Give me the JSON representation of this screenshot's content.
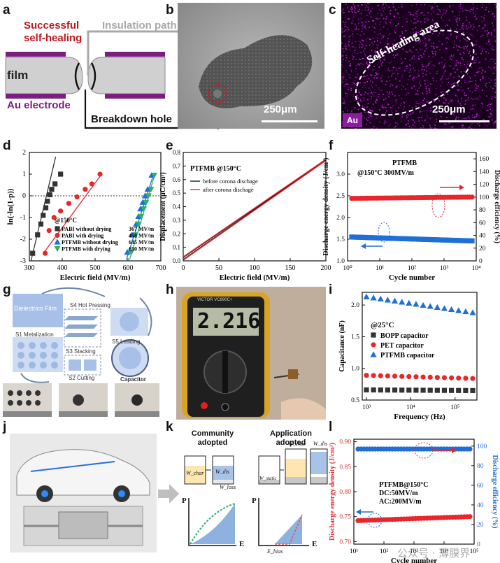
{
  "labels": {
    "a": "a",
    "b": "b",
    "c": "c",
    "d": "d",
    "e": "e",
    "f": "f",
    "g": "g",
    "h": "h",
    "i": "i",
    "j": "j",
    "k": "k",
    "l": "l"
  },
  "panel_a": {
    "healing": "Successful\nself-healing",
    "insulation": "Insulation path",
    "film": "film",
    "electrode": "Au electrode",
    "breakdown": "Breakdown hole",
    "colors": {
      "electrode": "#7b1f7e",
      "healing": "#c0171f",
      "gray": "#a8a8a8"
    }
  },
  "panel_b": {
    "scale": "250μm"
  },
  "panel_c": {
    "area": "Self-healing area",
    "scale": "250μm",
    "tag": "Au"
  },
  "panel_g": {
    "steps": [
      "Dielectrics Film",
      "S1 Metalization",
      "S2 Cutting",
      "S3 Stacking",
      "S4 Hot Pressing",
      "S5 Leading",
      "Capacitor"
    ]
  },
  "panel_h": {
    "meter_brand": "VICTOR VC890C+",
    "display": "2.216"
  },
  "panel_k": {
    "left_title": "Community\nadopted",
    "right_title": "Application\nadopted",
    "w_char": "W_char",
    "w_dis": "W_dis",
    "w_loss": "W_loss",
    "w_static": "W_static",
    "axis_p": "P",
    "axis_e": "E",
    "e_bias": "E_bias"
  },
  "watermark": "公众号 · 薄膜界",
  "chart_data": [
    {
      "id": "d",
      "type": "scatter",
      "title": "",
      "xlabel": "Electric field (MV/m)",
      "ylabel": "ln(-ln(1-p))",
      "xlim": [
        300,
        700
      ],
      "ylim": [
        -3,
        2
      ],
      "xticks": [
        300,
        400,
        500,
        600,
        700
      ],
      "yticks": [
        -3,
        -2,
        -1,
        0,
        1,
        2
      ],
      "annotation": "@150°C",
      "series": [
        {
          "name": "PABI without drying",
          "marker": "square",
          "color": "#333333",
          "x": [
            310,
            325,
            335,
            342,
            350,
            355,
            362,
            368,
            378,
            395
          ],
          "y": [
            -2.65,
            -1.8,
            -1.3,
            -0.9,
            -0.55,
            -0.25,
            0.05,
            0.3,
            0.55,
            1.0
          ],
          "fit": [
            [
              305,
              -3.0
            ],
            [
              380,
              1.8
            ]
          ]
        },
        {
          "name": "PABI with drying",
          "marker": "circle",
          "color": "#e8262b",
          "x": [
            348,
            360,
            375,
            395,
            420,
            445,
            470,
            490,
            515
          ],
          "y": [
            -2.65,
            -1.6,
            -1.0,
            -0.7,
            -0.35,
            -0.05,
            0.3,
            0.55,
            1.0
          ],
          "fit": [
            [
              345,
              -2.6
            ],
            [
              520,
              1.0
            ]
          ]
        },
        {
          "name": "PTFMB without drying",
          "marker": "triangle-up",
          "color": "#1f6fd6",
          "x": [
            598,
            612,
            625,
            632,
            638,
            645,
            652,
            660,
            672
          ],
          "y": [
            -2.6,
            -1.8,
            -1.3,
            -0.95,
            -0.6,
            -0.3,
            0.0,
            0.3,
            0.95
          ],
          "fit": [
            [
              595,
              -2.95
            ],
            [
              678,
              1.0
            ]
          ]
        },
        {
          "name": "PTFMB with drying",
          "marker": "triangle-down",
          "color": "#2fb06a",
          "x": [
            610,
            622,
            632,
            640,
            648,
            655,
            662,
            670,
            680
          ],
          "y": [
            -2.6,
            -1.8,
            -1.3,
            -0.95,
            -0.6,
            -0.3,
            0.0,
            0.3,
            0.95
          ],
          "fit": [
            [
              605,
              -2.95
            ],
            [
              682,
              1.0
            ]
          ]
        }
      ],
      "legend_values": [
        "367 MV/m",
        "458 MV/m",
        "645 MV/m",
        "650 MV/m"
      ]
    },
    {
      "id": "e",
      "type": "line",
      "title": "PTFMB @150°C",
      "xlabel": "Electric field (MV/m)",
      "ylabel": "Displacement (μC/cm²)",
      "xlim": [
        0,
        200
      ],
      "ylim": [
        0.0,
        0.8
      ],
      "xticks": [
        0,
        50,
        100,
        150,
        200
      ],
      "yticks": [
        0.0,
        0.1,
        0.2,
        0.3,
        0.4,
        0.5,
        0.6,
        0.7,
        0.8
      ],
      "series": [
        {
          "name": "before corona dischage",
          "color": "#222222",
          "x": [
            0,
            200
          ],
          "y": [
            0.01,
            0.745
          ],
          "x_return": [
            200,
            0
          ],
          "y_return": [
            0.745,
            0.025
          ]
        },
        {
          "name": "after corona dischage",
          "color": "#e8262b",
          "x": [
            0,
            200
          ],
          "y": [
            0.005,
            0.74
          ],
          "x_return": [
            200,
            0
          ],
          "y_return": [
            0.75,
            0.03
          ]
        }
      ]
    },
    {
      "id": "f",
      "type": "scatter",
      "title": "PTFMB",
      "subtitle": "@150°C  300MV/m",
      "xlabel": "Cycle number",
      "ylabel": "Discharge energy density (J/cm³)",
      "y2label": "Discharge efficiency (%)",
      "xscale": "log",
      "xlim": [
        1,
        10000
      ],
      "xticks": [
        "10⁰",
        "10¹",
        "10²",
        "10³",
        "10⁴"
      ],
      "ylim": [
        1.0,
        3.5
      ],
      "yticks": [
        1.0,
        1.5,
        2.0,
        2.5,
        3.0
      ],
      "y2lim": [
        0,
        170
      ],
      "y2ticks": [
        0,
        20,
        40,
        60,
        80,
        100,
        120,
        140,
        160
      ],
      "series": [
        {
          "name": "Discharge efficiency",
          "axis": "right",
          "color": "#e8262b",
          "marker": "circle",
          "count": 55,
          "start": 98,
          "end": 100
        },
        {
          "name": "Discharge energy density",
          "axis": "left",
          "color": "#1f6fd6",
          "marker": "square",
          "count": 55,
          "start": 1.55,
          "end": 1.46
        }
      ]
    },
    {
      "id": "i",
      "type": "scatter",
      "title": "",
      "annotation": "@25°C",
      "xlabel": "Frequency (Hz)",
      "ylabel": "Capacitance (nF)",
      "xscale": "log",
      "xlim": [
        1000,
        250000
      ],
      "xticks": [
        "10³",
        "10⁴",
        "10⁵"
      ],
      "ylim": [
        0.5,
        2.2
      ],
      "yticks": [
        0.5,
        1.0,
        1.5,
        2.0
      ],
      "series": [
        {
          "name": "BOPP capacitor",
          "color": "#333333",
          "marker": "square",
          "count": 16,
          "start": 0.66,
          "end": 0.65
        },
        {
          "name": "PET capacitor",
          "color": "#e8262b",
          "marker": "circle",
          "count": 16,
          "start": 0.89,
          "end": 0.84
        },
        {
          "name": "PTFMB capacitor",
          "color": "#1f6fd6",
          "marker": "triangle-up",
          "count": 16,
          "start": 2.13,
          "end": 1.88
        }
      ]
    },
    {
      "id": "l",
      "type": "scatter",
      "title": "PTFMB@150°C",
      "subtitle": "DC:50MV/m",
      "subtitle2": "AC:200MV/m",
      "xlabel": "Cycle number",
      "ylabel": "Discharge energy density (J/cm³)",
      "y2label": "Discharge efficiency (%)",
      "xscale": "log",
      "xlim": [
        10,
        100000
      ],
      "xticks": [
        "10¹",
        "10²",
        "10³",
        "10⁴",
        "10⁵"
      ],
      "ylim": [
        0.695,
        0.905
      ],
      "yticks": [
        0.7,
        0.75,
        0.8,
        0.85,
        0.9
      ],
      "y2lim": [
        0,
        107
      ],
      "y2ticks": [
        0,
        20,
        40,
        60,
        80,
        100
      ],
      "series": [
        {
          "name": "Discharge efficiency",
          "axis": "right",
          "color": "#1f6fd6",
          "marker": "circle",
          "count": 40,
          "start": 97,
          "end": 97
        },
        {
          "name": "Discharge energy density",
          "axis": "left",
          "color": "#e8262b",
          "marker": "circle",
          "count": 40,
          "start": 0.742,
          "end": 0.75
        }
      ]
    }
  ]
}
